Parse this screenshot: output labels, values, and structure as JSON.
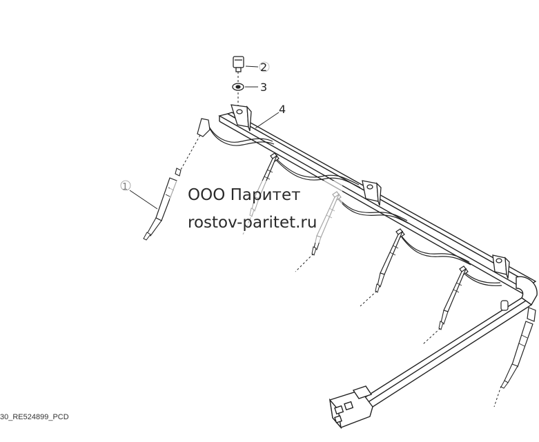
{
  "callouts": [
    "1",
    "2",
    "3",
    "4"
  ],
  "watermark": {
    "line1": "ООО Паритет",
    "line2": "rostov-paritet.ru"
  },
  "figure_id": "30_RE524899_PCD"
}
